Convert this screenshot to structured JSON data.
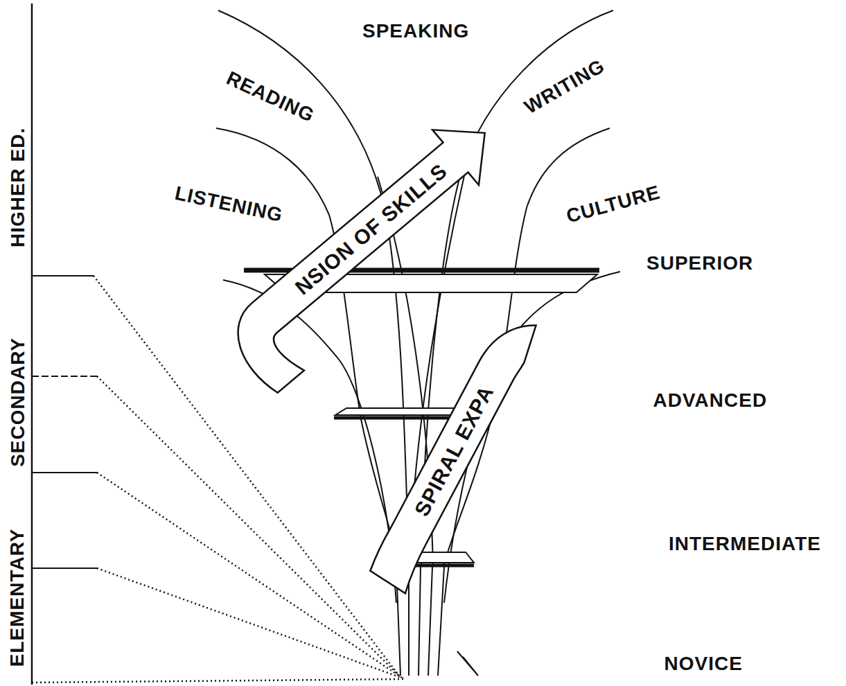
{
  "diagram": {
    "labels": [
      "SPEAKING",
      "READING",
      "WRITING",
      "LISTENING",
      "CULTURE",
      "NSION OF SKILLS",
      "HIGHER ED.",
      "SUPERIOR",
      "SPIRAL EXPA",
      "SECONDARY",
      "ADVANCED",
      "ELEMENTARY",
      "INTERMEDIATE",
      "NOVICE"
    ]
  }
}
